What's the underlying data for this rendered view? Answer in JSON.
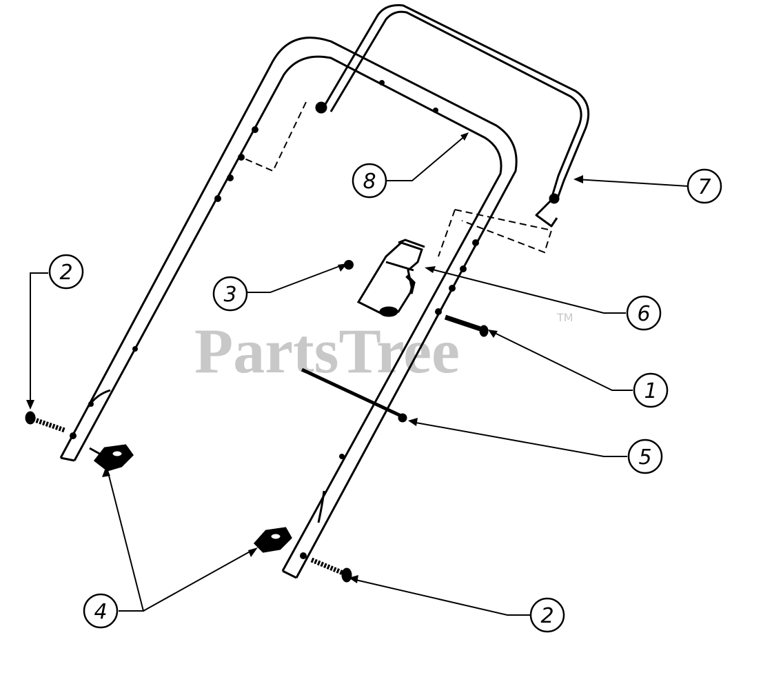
{
  "watermark": {
    "text": "PartsTree",
    "mark": "TM",
    "color": "#c8c8c8"
  },
  "callouts": [
    {
      "id": "callout-8",
      "label": "8"
    },
    {
      "id": "callout-7",
      "label": "7"
    },
    {
      "id": "callout-2-top",
      "label": "2"
    },
    {
      "id": "callout-3",
      "label": "3"
    },
    {
      "id": "callout-6",
      "label": "6"
    },
    {
      "id": "callout-1",
      "label": "1"
    },
    {
      "id": "callout-5",
      "label": "5"
    },
    {
      "id": "callout-4",
      "label": "4"
    },
    {
      "id": "callout-2-bottom",
      "label": "2"
    }
  ],
  "colors": {
    "ink": "#000000",
    "paper": "#ffffff"
  }
}
